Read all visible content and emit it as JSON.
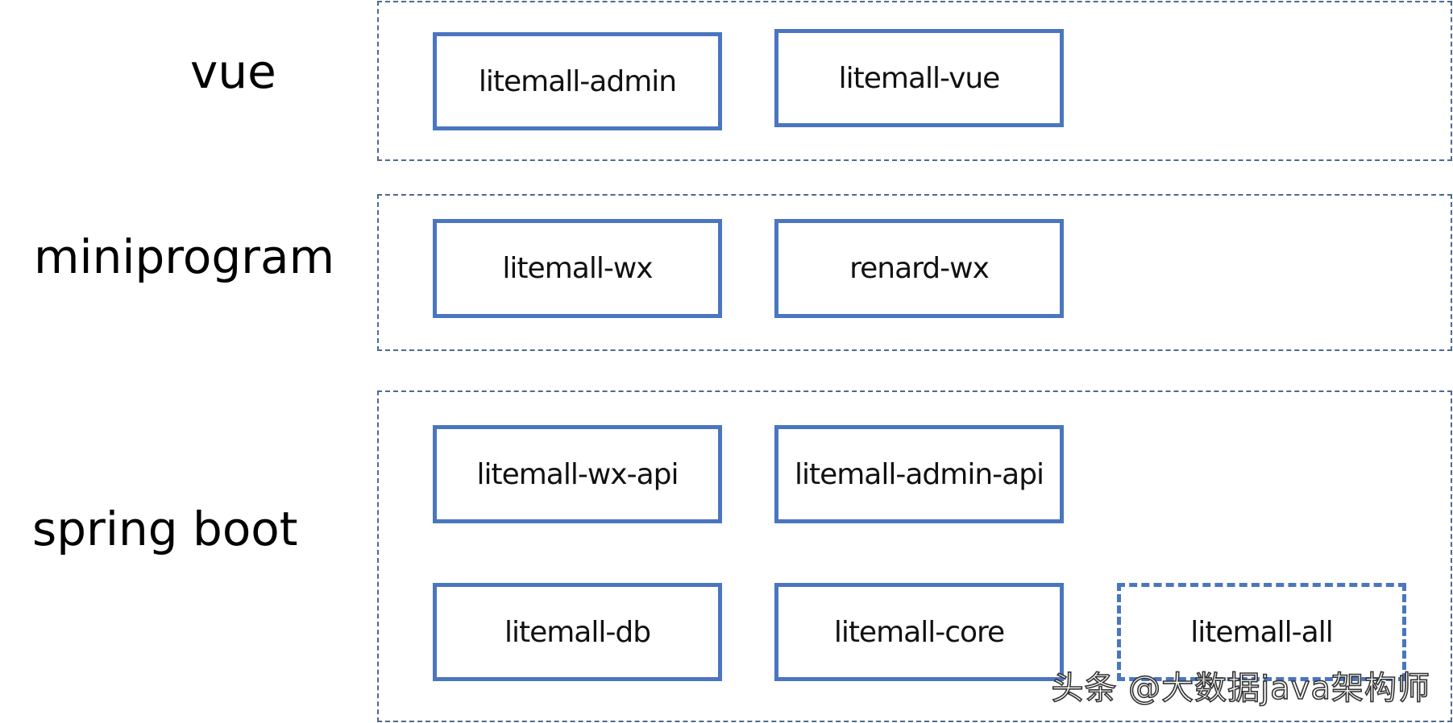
{
  "layers": [
    {
      "label": "vue",
      "modules": [
        "litemall-admin",
        "litemall-vue"
      ]
    },
    {
      "label": "miniprogram",
      "modules": [
        "litemall-wx",
        "renard-wx"
      ]
    },
    {
      "label": "spring boot",
      "modules": [
        "litemall-wx-api",
        "litemall-admin-api",
        "litemall-db",
        "litemall-core",
        "litemall-all"
      ]
    }
  ],
  "watermark": "头条 @大数据java架构师",
  "colors": {
    "module_border": "#4a76c0",
    "layer_border": "#4d6a8f",
    "text": "#111111"
  }
}
